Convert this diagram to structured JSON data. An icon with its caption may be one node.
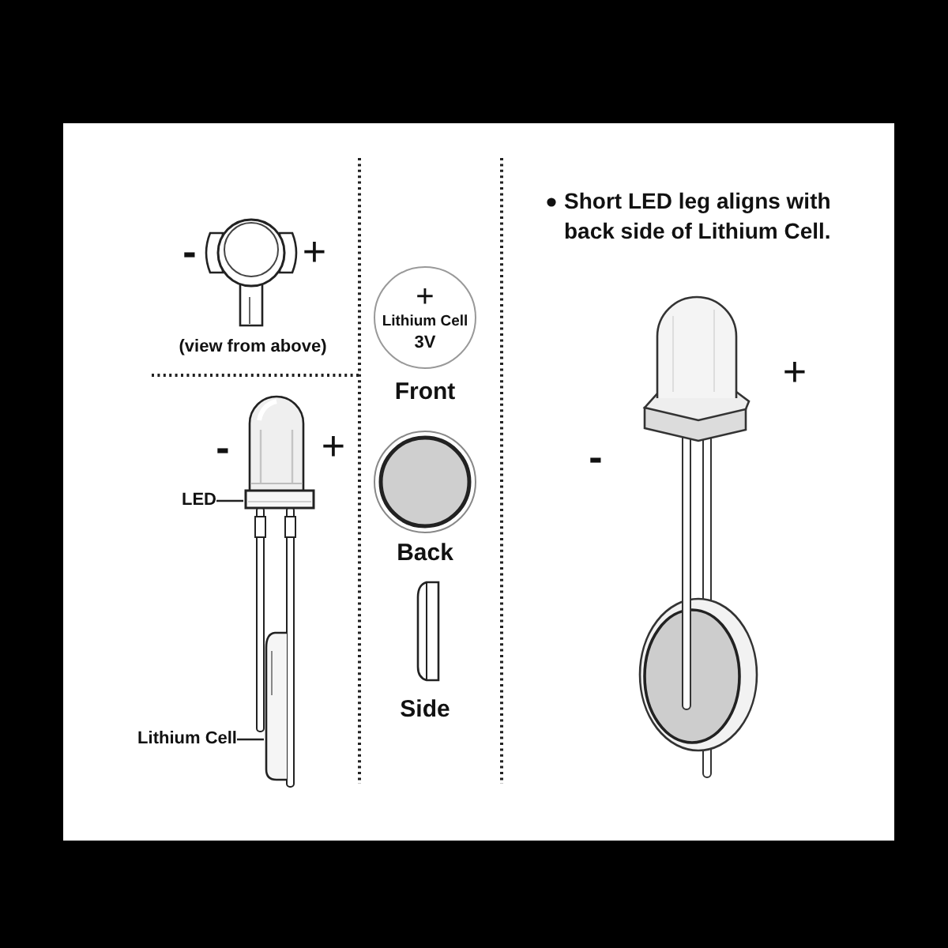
{
  "diagram": {
    "nodes": [
      {
        "text": [
          "LED"
        ]
      },
      {
        "text": [],
        "shape": "picture",
        "beside": [
          "-",
          "+"
        ]
      },
      {
        "text": [
          "Lithium Cell"
        ]
      },
      {
        "text": [],
        "shape": "picture"
      },
      {
        "text": [
          "+",
          "Lithium Cell",
          "3V"
        ],
        "beside": [
          "Front"
        ]
      },
      {
        "text": [],
        "shape": "circle",
        "beside": [
          "Back"
        ]
      },
      {
        "text": [],
        "shape": "picture",
        "beside": [
          "Side"
        ]
      }
    ],
    "edges": [
      {
        "from": 0,
        "to": 1,
        "arrow": "none"
      },
      {
        "from": 2,
        "to": 3,
        "arrow": "none"
      }
    ],
    "labels": [
      "-",
      "+",
      "(view from above)",
      "Short LED leg aligns with back side of Lithium Cell.",
      "-",
      "+"
    ]
  }
}
